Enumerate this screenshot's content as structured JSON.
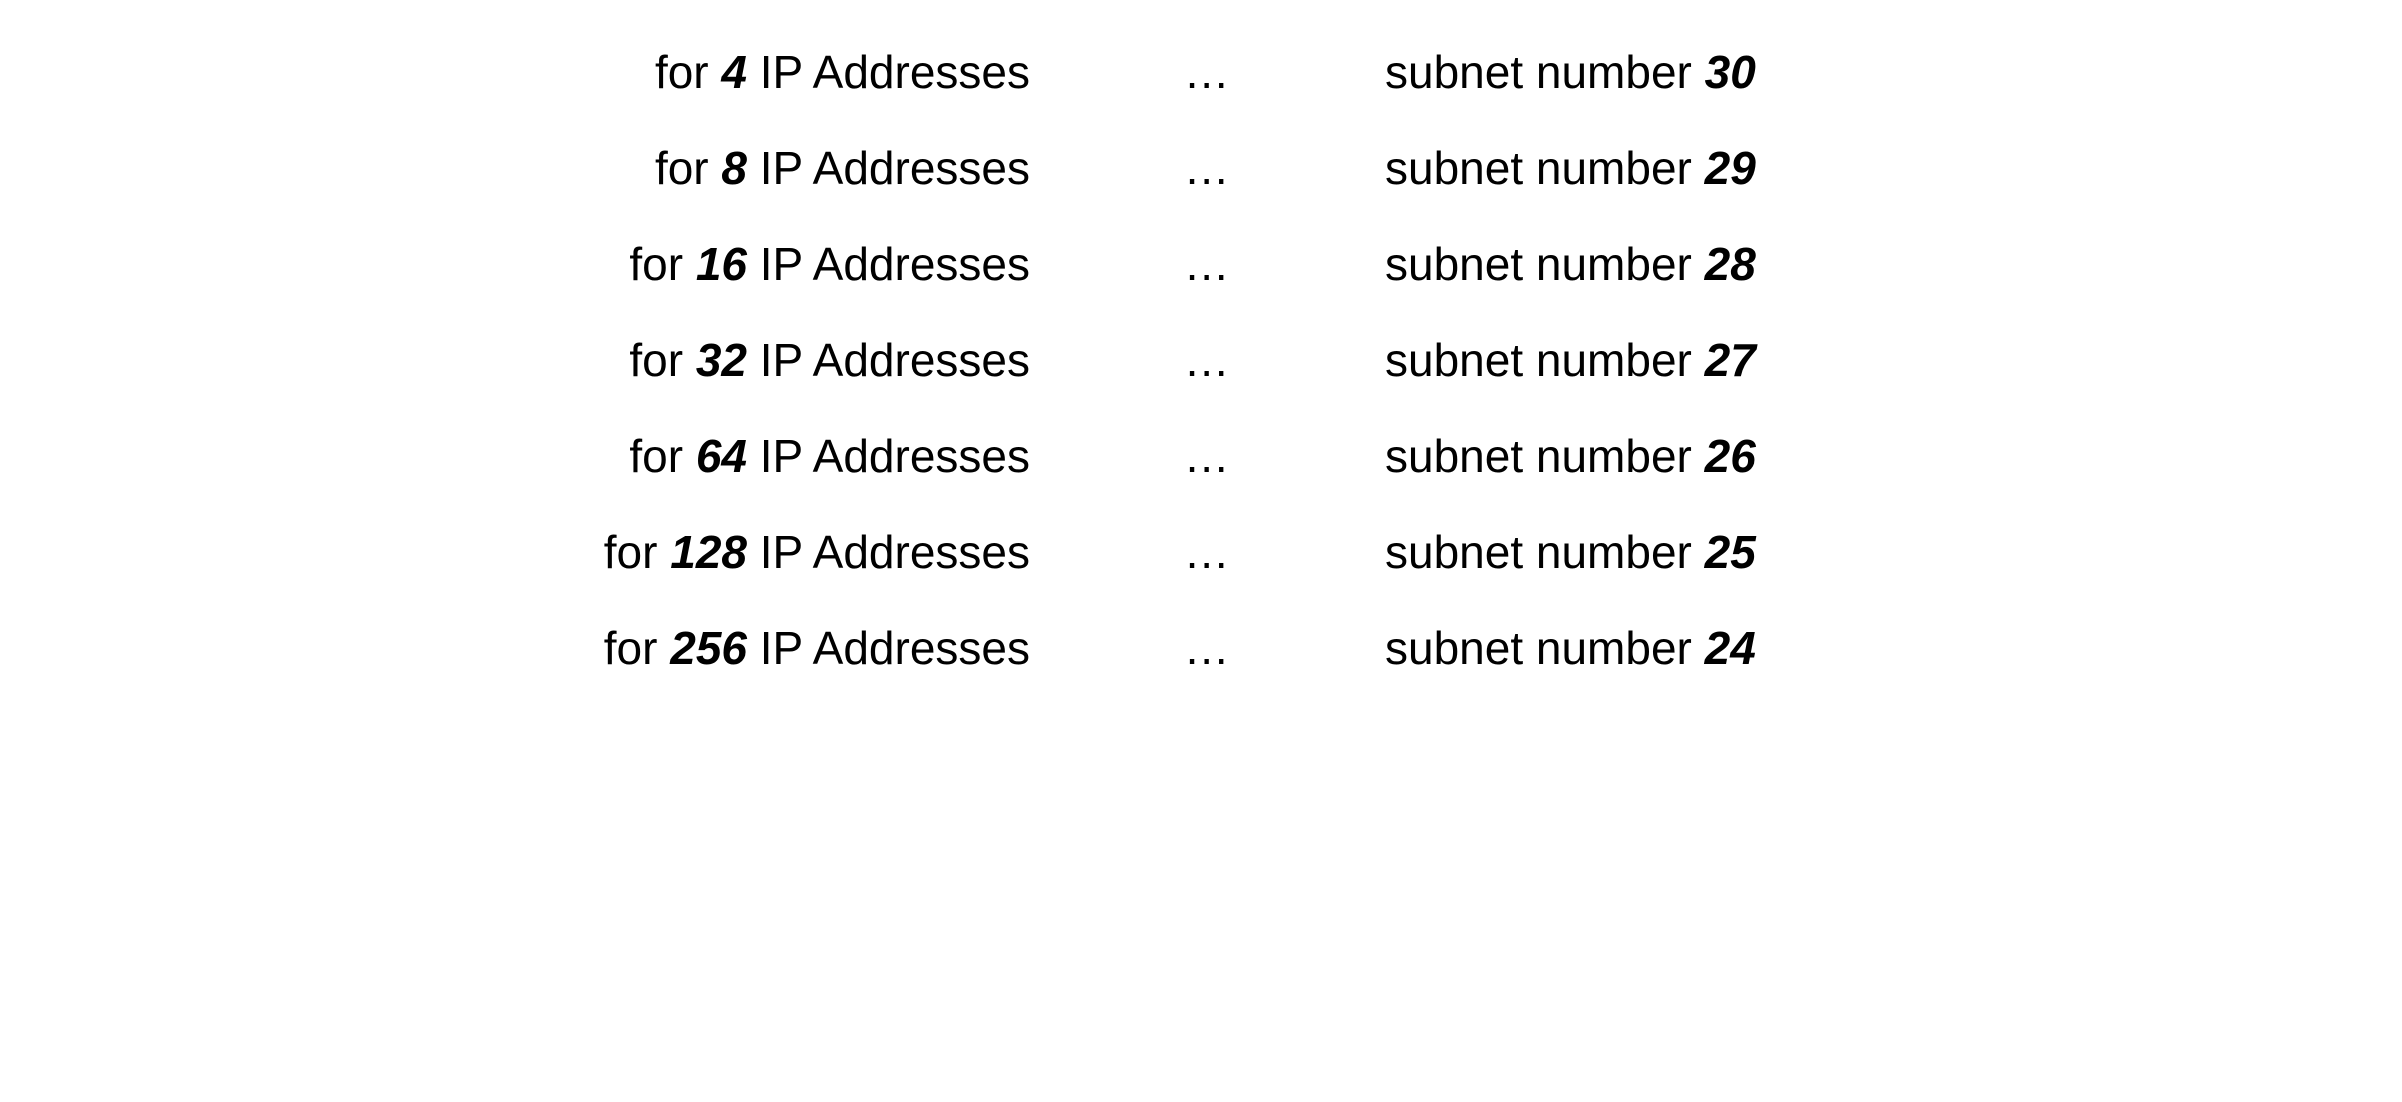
{
  "page": {
    "background_color": "#ffffff",
    "text_color": "#000000"
  },
  "table": {
    "separator": "…",
    "size_prefix": "for",
    "size_suffix": "IP Addresses",
    "subnet_prefix": "subnet number",
    "rows": [
      {
        "size": "4",
        "subnet": "30",
        "separator": "…"
      },
      {
        "size": "8",
        "subnet": "29",
        "separator": "…"
      },
      {
        "size": "16",
        "subnet": "28",
        "separator": "…"
      },
      {
        "size": "32",
        "subnet": "27",
        "separator": "…"
      },
      {
        "size": "64",
        "subnet": "26",
        "separator": "…"
      },
      {
        "size": "128",
        "subnet": "25",
        "separator": "…"
      },
      {
        "size": "256",
        "subnet": "24",
        "separator": "…"
      }
    ]
  }
}
